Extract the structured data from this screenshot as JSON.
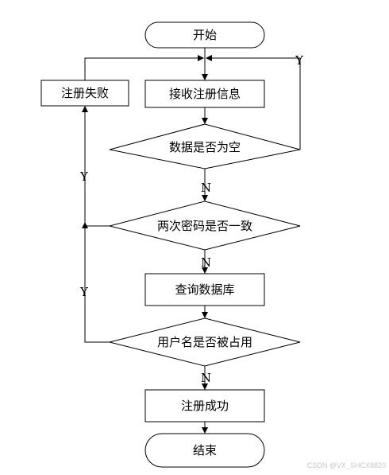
{
  "flowchart": {
    "nodes": {
      "start": "开始",
      "receive_info": "接收注册信息",
      "check_empty": "数据是否为空",
      "check_password_match": "两次密码是否一致",
      "query_db": "查询数据库",
      "check_username_taken": "用户名是否被占用",
      "register_success": "注册成功",
      "register_fail": "注册失败",
      "end": "结束"
    },
    "edge_labels": {
      "empty_yes": "Y",
      "empty_no": "N",
      "password_yes": "Y",
      "password_no": "N",
      "username_yes": "Y",
      "username_no": "N"
    }
  },
  "watermark": "CSDN @VX_SHCX8820"
}
